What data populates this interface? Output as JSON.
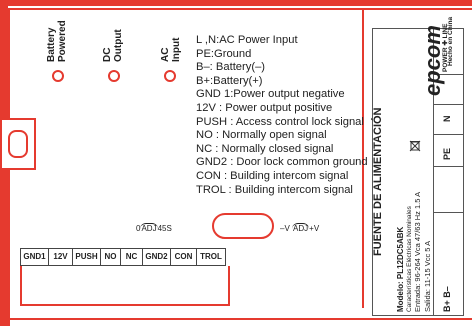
{
  "indicators": [
    {
      "label": "Battery Powered",
      "lines": [
        "Battery",
        "Powered"
      ]
    },
    {
      "label": "DC Output",
      "lines": [
        "DC",
        "Output"
      ]
    },
    {
      "label": "AC Input",
      "lines": [
        "AC",
        "Input"
      ]
    }
  ],
  "legend": [
    "L ,N:AC Power Input",
    "PE:Ground",
    "B–: Battery(–)",
    "B+:Battery(+)",
    "GND 1:Power output negative",
    "12V : Power output positive",
    "PUSH : Access control lock signal",
    "NO : Normally open signal",
    "NC : Normally closed signal",
    "GND2 : Door lock common ground",
    "CON : Building intercom signal",
    "TROL : Building intercom signal"
  ],
  "adjust": {
    "left_min": "0",
    "left_adj": "ADJ",
    "left_max": "45S",
    "right_min": "–V",
    "right_adj": "ADJ",
    "right_max": "+V"
  },
  "terminals": [
    "GND1",
    "12V",
    "PUSH",
    "NO",
    "NC",
    "GND2",
    "CON",
    "TROL"
  ],
  "product_label": {
    "title": "FUENTE DE ALIMENTACIÓN",
    "model_line": "Modelo: PL12DC5ABK",
    "specs_heading": "Características Eléctricas Nominales",
    "input_line": "Entrada: 96-264 Vca  47/63 Hz   1.5 A",
    "output_line": "Salida: 11-15 Vcc   5 A",
    "brand": "epcom",
    "brand_line": "POWER ✚ LINE",
    "origin": "Hecho en China",
    "weee_icon": "crossed-bin-icon",
    "side_codes": [
      "N",
      "PE",
      "B+ B–"
    ]
  },
  "colors": {
    "accent": "#e53a2f",
    "text": "#222222"
  }
}
